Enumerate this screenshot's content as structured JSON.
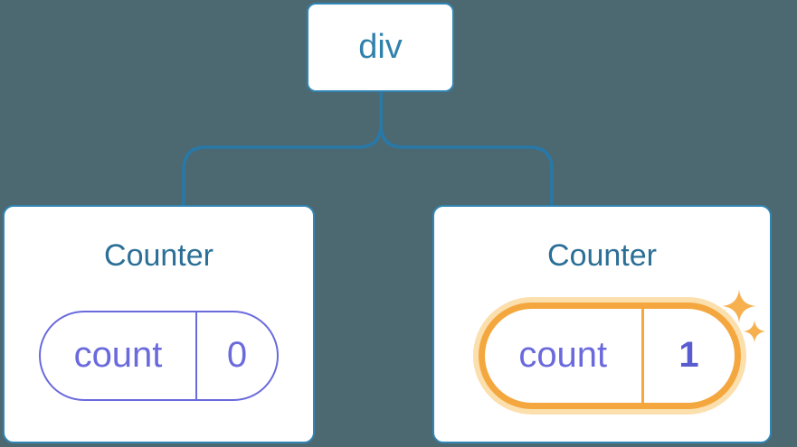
{
  "canvas": {
    "background": "#4c6972",
    "card_background": "#ffffff"
  },
  "colors": {
    "node_border_blue": "#3285b5",
    "connector_blue": "#2878a8",
    "root_text_blue": "#3181ad",
    "heading_blue": "#2b6f97",
    "state_purple": "#6a6add",
    "state_value_bold_purple": "#585cd0",
    "highlight_orange": "#f4a73e",
    "highlight_halo_orange": "#fbdfad",
    "sparkle_orange": "#f6b04e"
  },
  "icons": {
    "sparkle": "four-pointed-star"
  },
  "tree": {
    "root": {
      "label": "div"
    },
    "children": [
      {
        "title": "Counter",
        "state": {
          "key": "count",
          "value": "0"
        },
        "highlighted": false
      },
      {
        "title": "Counter",
        "state": {
          "key": "count",
          "value": "1"
        },
        "highlighted": true
      }
    ]
  }
}
